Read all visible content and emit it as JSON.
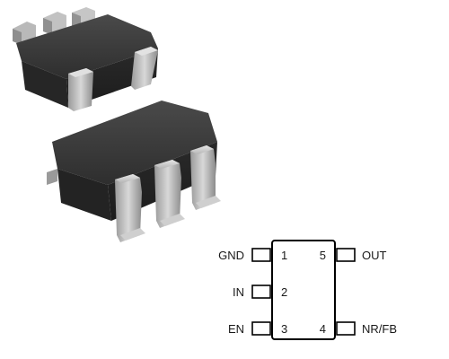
{
  "photo": {
    "subject": "package-photo"
  },
  "pinout": {
    "left_pins": [
      {
        "number": "1",
        "name": "GND"
      },
      {
        "number": "2",
        "name": "IN"
      },
      {
        "number": "3",
        "name": "EN"
      }
    ],
    "right_pins": [
      {
        "number": "5",
        "name": "OUT"
      },
      {
        "number": "4",
        "name": "NR/FB"
      }
    ]
  }
}
